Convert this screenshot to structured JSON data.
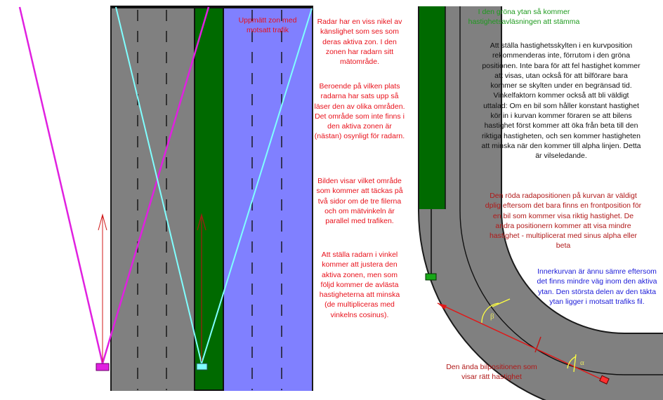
{
  "colors": {
    "road": "#808080",
    "road_edge": "#1a1a1a",
    "lane_marking": "#111111",
    "green_zone": "#006a00",
    "opposite_traffic": "#8080ff",
    "magenta_beam": "#e020e0",
    "cyan_beam": "#80ffff",
    "radar_red": "#ff3030",
    "radar_marker_green": "#18a818",
    "angle_yellow": "#ffff40"
  },
  "left_panel": {
    "zone_label": "Uppmätt zon med motsatt trafik",
    "paragraphs": [
      "Radar har en viss nikel av känslighet som ses som deras aktiva zon. I den zonen har radarn sitt mätområde.",
      "Beroende på vilken plats radarna har sats upp så läser den av olika områden. Det område som inte finns i den aktiva zonen är (nästan) osynligt för radarn.",
      "Bilden visar vilket område som kommer att täckas på två sidor om de tre filerna och om mätvinkeln är parallel med trafiken.",
      "Att ställa radarn i vinkel kommer att justera den aktiva zonen, men som följd kommer de avlästa hastigheterna att minska (de multipliceras med vinkelns cosinus)."
    ]
  },
  "right_panel": {
    "green_note": "I den gröna ytan så kommer hastighetsavläsningen att stämma",
    "black_note": "Att ställa hastighetsskylten i en kurvposition rekommenderas inte, förrutom i den gröna positionen. Inte bara för att fel hastighet kommer att visas, utan också för att bilförare bara kommer se skylten under en begränsad tid. Vinkelfaktorn kommer också att bli väldigt uttalad: Om en bil som håller konstant hastighet kör in i kurvan kommer föraren se att bilens hastighet först kommer att öka från beta till den riktiga hastigheten, och sen kommer hastigheten att minska när den kommer till alpha linjen. Detta är vilseledande.",
    "red_note": "Den röda radapositionen på kurvan är väldigt dplig eftersom det bara finns en frontposition för en bil som kommer visa riktig hastighet. De andra positionern kommer att visa mindre hastighet - multiplicerat med sinus alpha eller beta",
    "blue_note": "Innerkurvan är ännu sämre eftersom det finns mindre väg inom den aktiva ytan. Den största delen av den täkta ytan ligger i motsatt trafiks fil.",
    "bottom_note": "Den ända bilpositionen som visar rätt hastighet",
    "beta_symbol": "β",
    "alpha_symbol": "α"
  }
}
